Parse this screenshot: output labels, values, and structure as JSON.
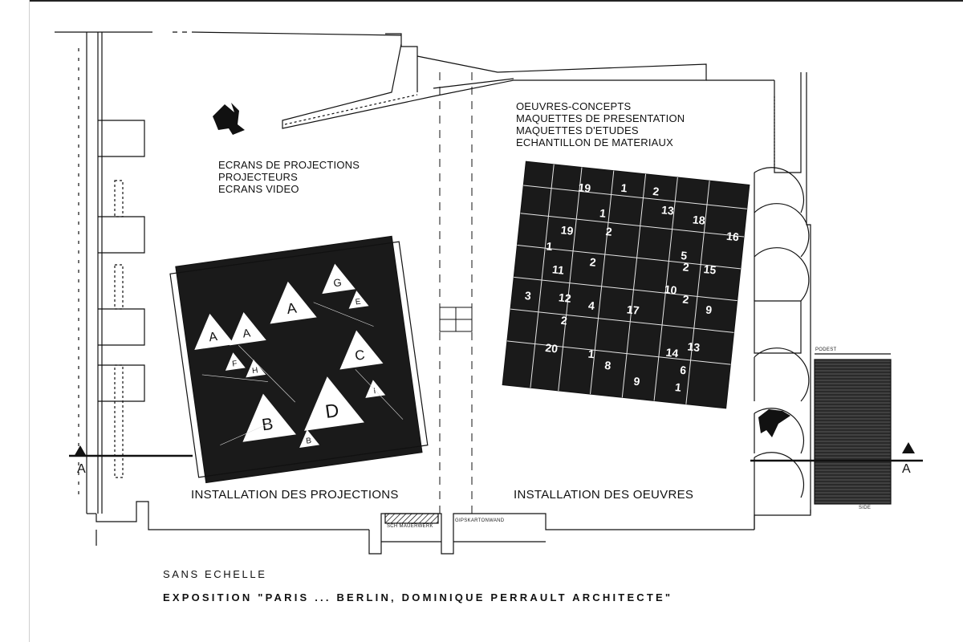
{
  "labels": {
    "projection_notes": [
      "ECRANS DE PROJECTIONS",
      "PROJECTEURS",
      "ECRANS VIDEO"
    ],
    "works_notes": [
      "OEUVRES-CONCEPTS",
      "MAQUETTES DE PRESENTATION",
      "MAQUETTES D'ETUDES",
      "ECHANTILLON DE MATERIAUX"
    ],
    "zone_left": "INSTALLATION DES PROJECTIONS",
    "zone_right": "INSTALLATION DES OEUVRES",
    "section_marker": "A"
  },
  "footer": {
    "scale": "SANS ECHELLE",
    "title": "EXPOSITION \"PARIS ... BERLIN, DOMINIQUE PERRAULT ARCHITECTE\""
  },
  "small_notes": {
    "bottom_left": "SCH MAUERWERK",
    "bottom_center": "GIPSKARTONWAND",
    "right_top": "PODEST",
    "right_bottom": "SIDE"
  },
  "projection_items": [
    "A",
    "A",
    "A",
    "G",
    "E",
    "F",
    "H",
    "C",
    "B",
    "D",
    "I",
    "B"
  ],
  "work_items": [
    "19",
    "1",
    "2",
    "13",
    "18",
    "16",
    "1",
    "2",
    "19",
    "5",
    "1",
    "2",
    "2",
    "15",
    "11",
    "12",
    "10",
    "2",
    "9",
    "3",
    "4",
    "17",
    "2",
    "13",
    "20",
    "1",
    "8",
    "14",
    "6",
    "9",
    "1"
  ],
  "colors": {
    "ink": "#111111",
    "fill": "#1a1a1a",
    "paper": "#ffffff"
  }
}
